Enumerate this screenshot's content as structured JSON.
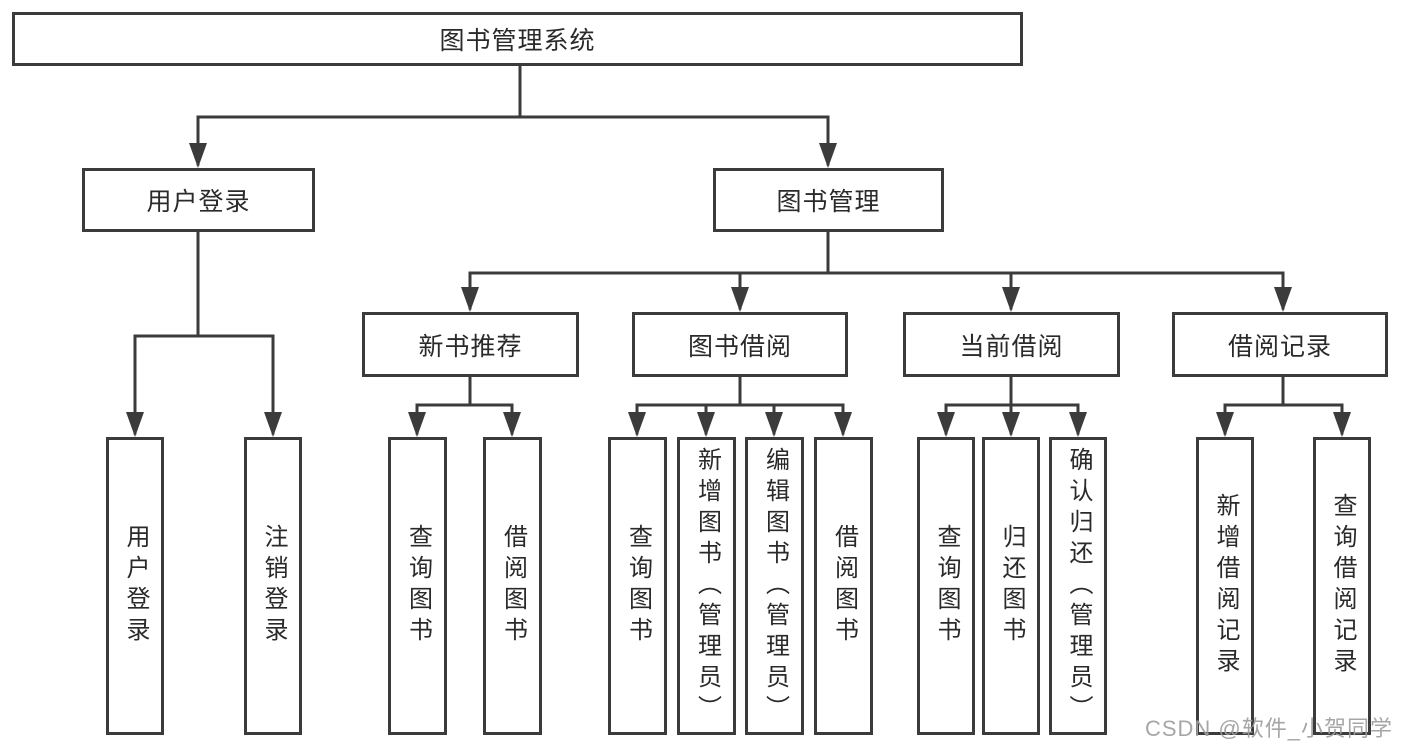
{
  "diagram": {
    "title": "图书管理系统",
    "type": "functional-structure-tree"
  },
  "tree": {
    "root": {
      "label": "图书管理系统"
    },
    "children": [
      {
        "label": "用户登录",
        "children": [
          "用户登录",
          "注销登录"
        ]
      },
      {
        "label": "图书管理",
        "children": [
          {
            "label": "新书推荐",
            "children": [
              "查询图书",
              "借阅图书"
            ]
          },
          {
            "label": "图书借阅",
            "children": [
              "查询图书",
              "新增图书（管理员）",
              "编辑图书（管理员）",
              "借阅图书"
            ]
          },
          {
            "label": "当前借阅",
            "children": [
              "查询图书",
              "归还图书",
              "确认归还（管理员）"
            ]
          },
          {
            "label": "借阅记录",
            "children": [
              "新增借阅记录",
              "查询借阅记录"
            ]
          }
        ]
      }
    ]
  },
  "watermark": {
    "text": "CSDN @软件_小贺同学",
    "color": "#9e9e9e"
  },
  "colors": {
    "line": "#3b3b3b",
    "text": "#2a2a2a",
    "background": "#ffffff"
  }
}
